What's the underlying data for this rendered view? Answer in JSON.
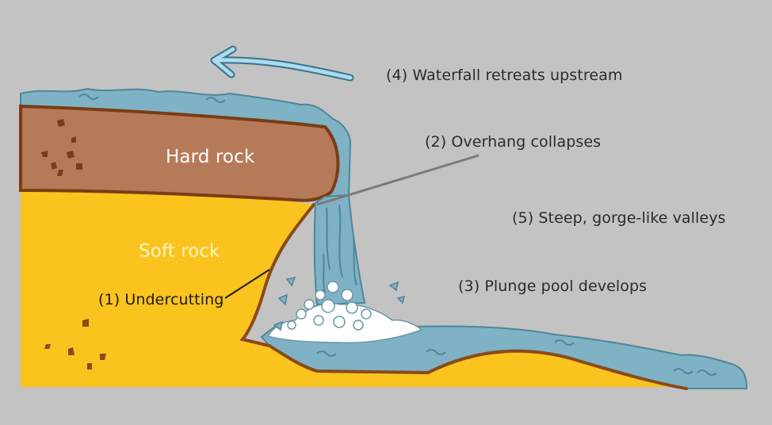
{
  "labels": {
    "hard_rock": "Hard rock",
    "soft_rock": "Soft rock",
    "undercutting": "(1) Undercutting",
    "overhang": "(2) Overhang collapses",
    "plunge_pool": "(3) Plunge pool develops",
    "retreats": "(4) Waterfall retreats upstream",
    "gorge": "(5) Steep, gorge-like valleys"
  },
  "colors": {
    "background": "#c3c3c3",
    "hard_rock": "#b77a58",
    "soft_rock": "#fbc31e",
    "water": "#7fb2c4",
    "outline": "#7a3d14",
    "foam": "#ffffff",
    "arrow": "#a9dcef"
  }
}
